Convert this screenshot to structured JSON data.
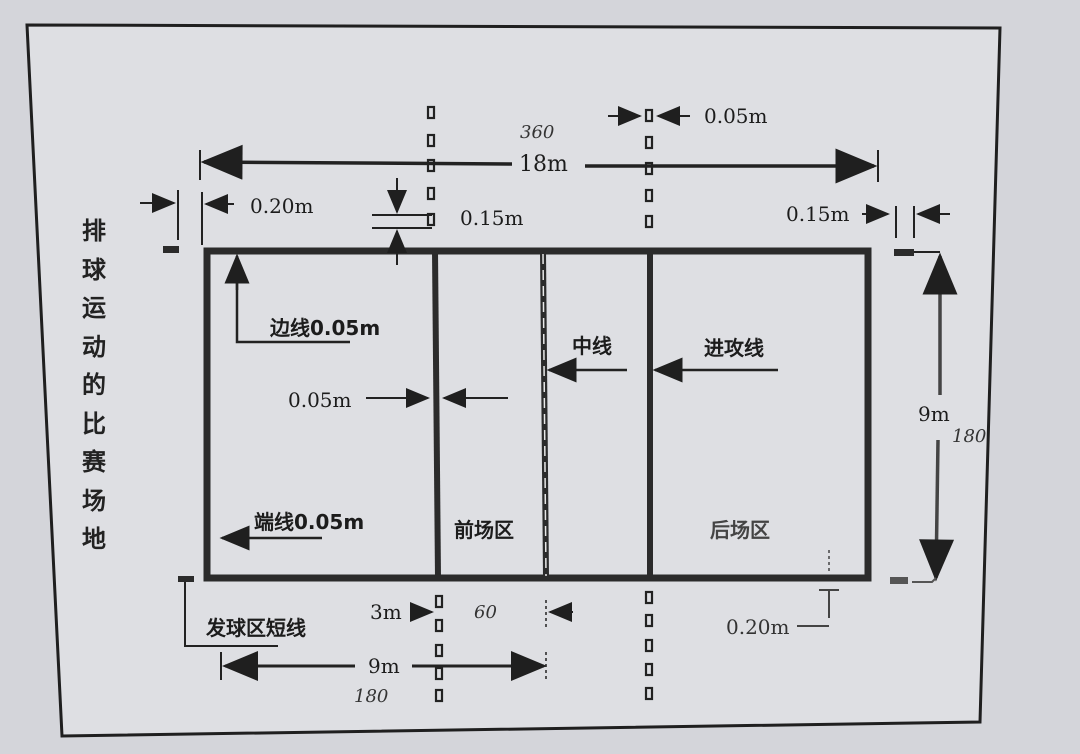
{
  "title": {
    "text": "排球运动的比赛场地",
    "chars": [
      "排",
      "球",
      "运",
      "动",
      "的",
      "比",
      "赛",
      "场",
      "地"
    ]
  },
  "dimensions": {
    "court_length": "18m",
    "court_width": "9m",
    "half_length": "9m",
    "attack_zone_depth": "3m",
    "net_post_distance_top": "0.20m",
    "net_post_distance_bottom": "0.20m",
    "line_width_top_right": "0.15m",
    "service_zone_line_width": "0.15m",
    "extension_line_width": "0.05m",
    "attack_line_width": "0.05m"
  },
  "labels": {
    "sideline": "边线0.05m",
    "endline": "端线0.05m",
    "center_line": "中线",
    "attack_line": "进攻线",
    "front_zone": "前场区",
    "back_zone": "后场区",
    "service_zone_short_line": "发球区短线"
  },
  "handwritten_notes": {
    "length_scaled": "360",
    "width_scaled": "180",
    "half_scaled": "180",
    "attack_scaled": "60"
  },
  "colors": {
    "paper": "#d4d5da",
    "ink": "#1f1f1f"
  }
}
